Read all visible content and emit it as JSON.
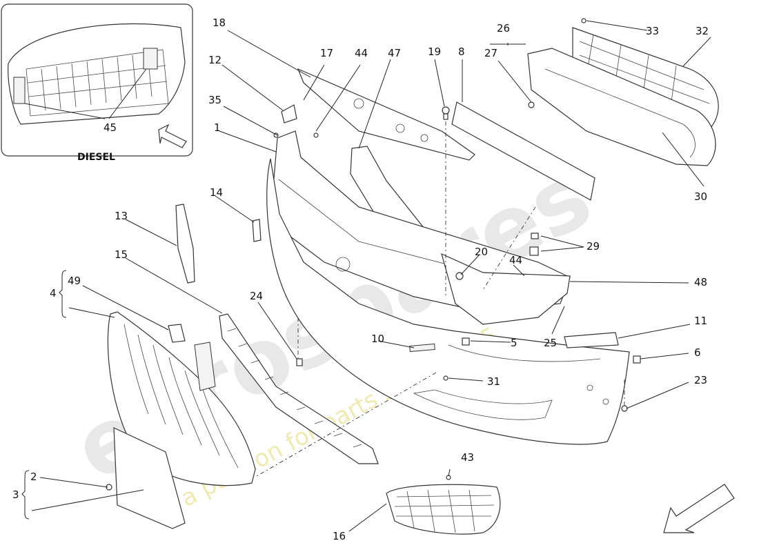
{
  "inset": {
    "label": "DIESEL",
    "callout": "45"
  },
  "watermark": {
    "brand": "eurospares",
    "slogan": "a passion for parts since 1985"
  },
  "callouts": {
    "c1": "1",
    "c2": "2",
    "c3": "3",
    "c4": "4",
    "c5": "5",
    "c6": "6",
    "c8": "8",
    "c10": "10",
    "c11": "11",
    "c12": "12",
    "c13": "13",
    "c14": "14",
    "c15": "15",
    "c16": "16",
    "c17": "17",
    "c18": "18",
    "c19": "19",
    "c20": "20",
    "c23": "23",
    "c24": "24",
    "c25": "25",
    "c26": "26",
    "c27": "27",
    "c29": "29",
    "c30": "30",
    "c31": "31",
    "c32": "32",
    "c33": "33",
    "c35": "35",
    "c43": "43",
    "c44a": "44",
    "c44b": "44",
    "c47": "47",
    "c48": "48",
    "c49": "49"
  },
  "icons": [
    "direction-arrow-icon",
    "inset-direction-arrow-icon"
  ]
}
